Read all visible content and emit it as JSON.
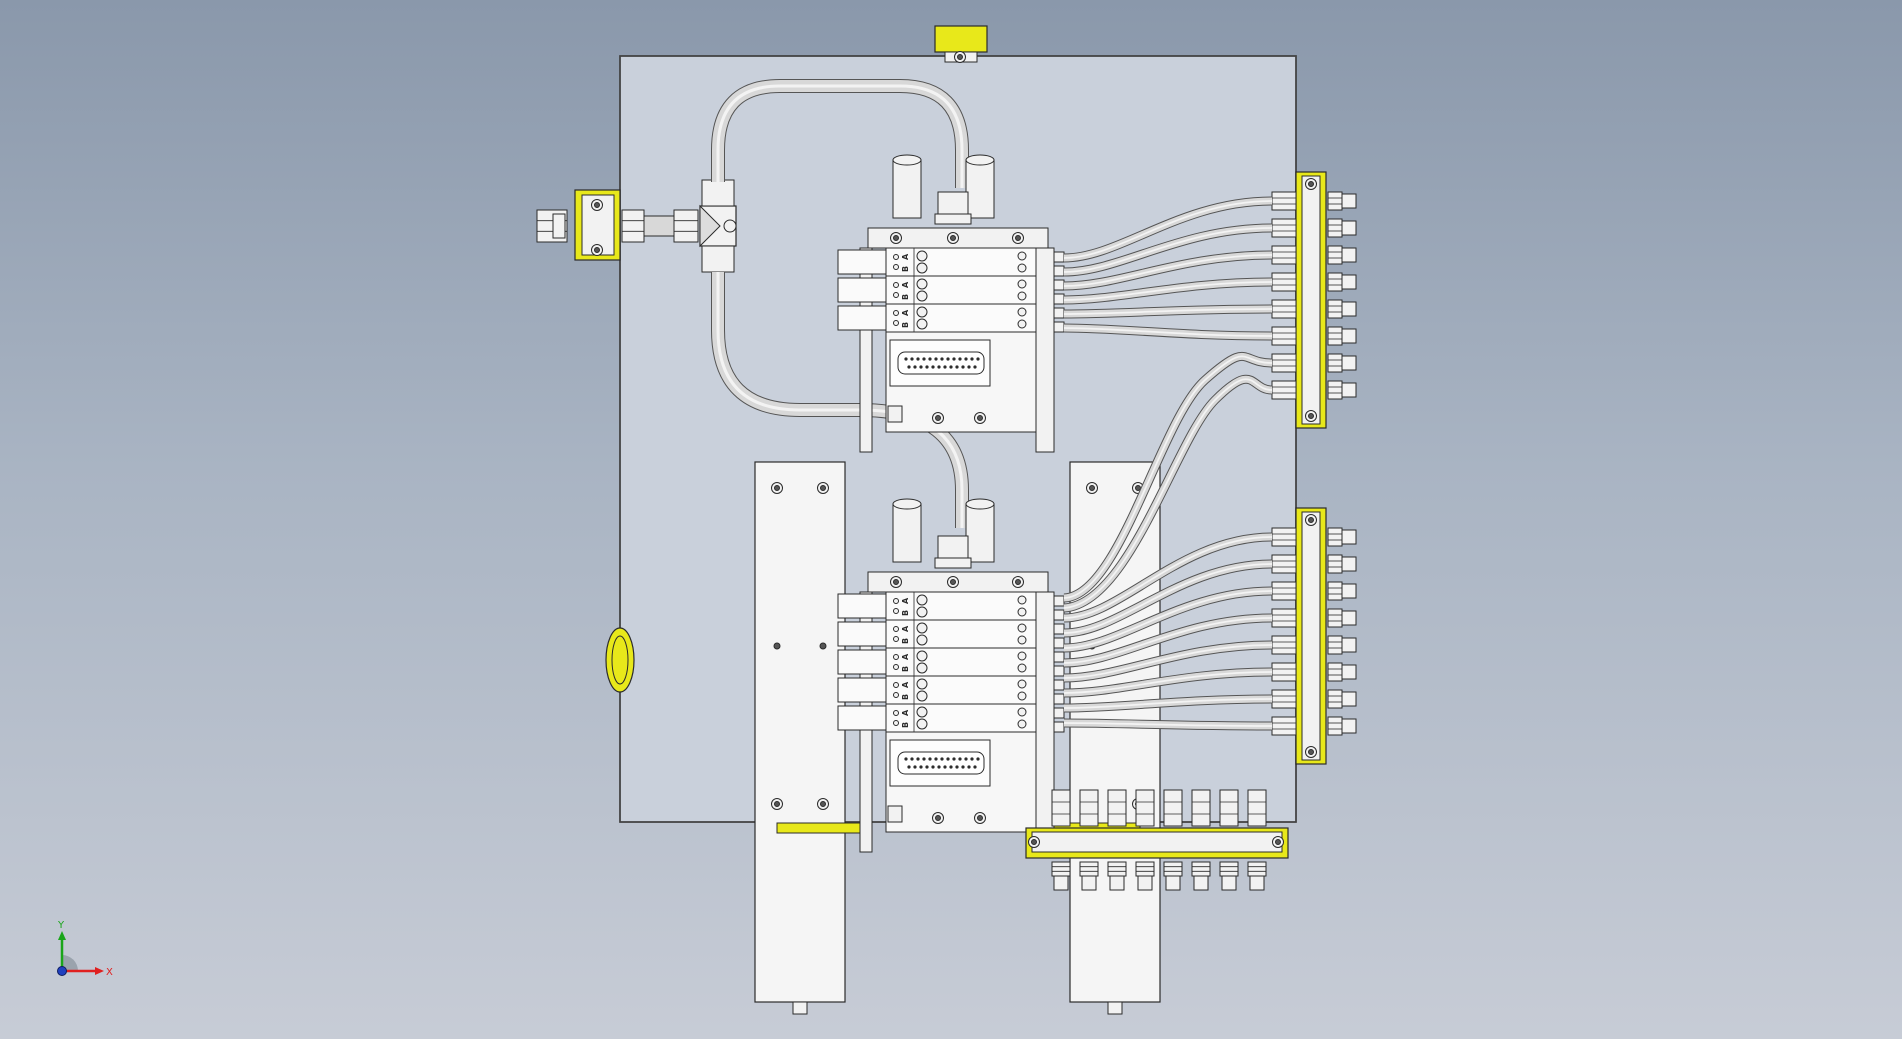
{
  "viewport": {
    "background_top": "#8a98ab",
    "background_bottom": "#c7ccd6"
  },
  "model": {
    "yellow": "#e8e81a",
    "line": "#2b2b2b",
    "panel_fill": "#c9d0db",
    "part_fill": "#f2f2f2",
    "tube_fill": "#d8d8d8",
    "manifolds": [
      {
        "name": "upper",
        "valve_count": 3
      },
      {
        "name": "lower",
        "valve_count": 5
      }
    ],
    "valve_label": {
      "a": "A",
      "b": "B"
    },
    "bulkhead_fittings_right_upper": 8,
    "bulkhead_fittings_right_lower": 8,
    "bulkhead_fittings_bottom": 8
  },
  "triad": {
    "y_label": "Y",
    "x_label": "X",
    "y_color": "#1aa51a",
    "x_color": "#e02020",
    "z_color": "#2040c0"
  }
}
